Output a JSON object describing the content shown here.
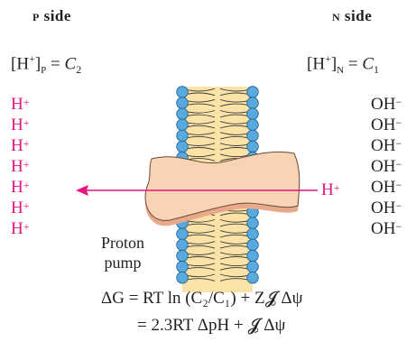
{
  "diagram": {
    "p_side": {
      "title_small_caps": "P",
      "title_rest": "side",
      "concentration": {
        "bracket_species": "[H",
        "bracket_charge": "+",
        "bracket_close": "]",
        "subscript": "P",
        "equals": "=",
        "value_var": "C",
        "value_sub": "2"
      },
      "ions": [
        "H",
        "H",
        "H",
        "H",
        "H",
        "H",
        "H"
      ],
      "ion_charge": "+"
    },
    "n_side": {
      "title_small_caps": "N",
      "title_rest": "side",
      "concentration": {
        "bracket_species": "[H",
        "bracket_charge": "+",
        "bracket_close": "]",
        "subscript": "N",
        "equals": "=",
        "value_var": "C",
        "value_sub": "1"
      },
      "ions": [
        "OH",
        "OH",
        "OH",
        "OH",
        "OH",
        "OH",
        "OH"
      ],
      "ion_charge": "−"
    },
    "transported_ion": {
      "symbol": "H",
      "charge": "+"
    },
    "pump_label": {
      "line1": "Proton",
      "line2": "pump"
    },
    "equation_1": "ΔG = RT ln (C₂/C₁) + Z𝓙 Δψ",
    "equation_2": "= 2.3RT ΔpH + 𝓙 Δψ",
    "colors": {
      "proton": "#e4157c",
      "pump_body": "#f8d3b4",
      "pump_shadow": "#e8a98a",
      "lipid_head": "#58a9dd",
      "membrane_core": "#fbe3a7"
    }
  }
}
